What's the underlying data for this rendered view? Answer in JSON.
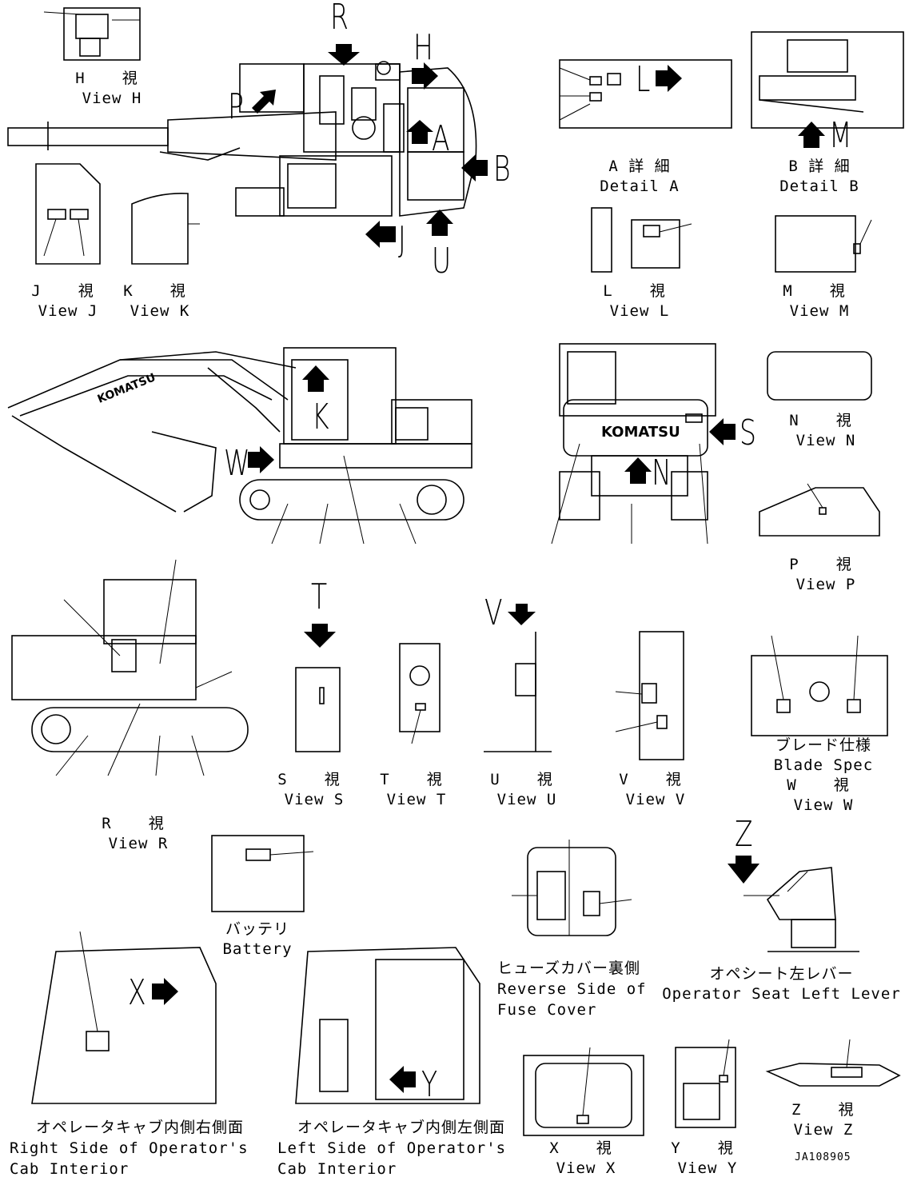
{
  "views": {
    "h": {
      "jp": "H　視",
      "en": "View H"
    },
    "j": {
      "jp": "J　視",
      "en": "View J"
    },
    "k": {
      "jp": "K　視",
      "en": "View K"
    },
    "detail_a": {
      "jp": "A 詳 細",
      "en": "Detail A"
    },
    "detail_b": {
      "jp": "B 詳 細",
      "en": "Detail B"
    },
    "l": {
      "jp": "L　視",
      "en": "View L"
    },
    "m": {
      "jp": "M　視",
      "en": "View M"
    },
    "n": {
      "jp": "N　視",
      "en": "View N"
    },
    "p": {
      "jp": "P　視",
      "en": "View P"
    },
    "r": {
      "jp": "R　視",
      "en": "View R"
    },
    "s": {
      "jp": "S　視",
      "en": "View S"
    },
    "t": {
      "jp": "T　視",
      "en": "View T"
    },
    "u": {
      "jp": "U　視",
      "en": "View U"
    },
    "v": {
      "jp": "V　視",
      "en": "View V"
    },
    "w": {
      "jp": "W　視",
      "en": "View W"
    },
    "x": {
      "jp": "X　視",
      "en": "View X"
    },
    "y": {
      "jp": "Y　視",
      "en": "View Y"
    },
    "z": {
      "jp": "Z　視",
      "en": "View Z"
    }
  },
  "blade_spec": {
    "jp": "ブレード仕様",
    "en": "Blade Spec"
  },
  "battery": {
    "jp": "バッテリ",
    "en": "Battery"
  },
  "fuse_cover": {
    "jp": "ヒューズカバー裏側",
    "en1": "Reverse Side of",
    "en2": "Fuse Cover"
  },
  "seat_lever": {
    "jp": "オペシート左レバー",
    "en": "Operator Seat Left Lever"
  },
  "cab_right": {
    "jp": "オペレータキャブ内側右側面",
    "en1": "Right Side of Operator's",
    "en2": "Cab Interior"
  },
  "cab_left": {
    "jp": "オペレータキャブ内側左側面",
    "en1": "Left Side of Operator's",
    "en2": "Cab Interior"
  },
  "view_letters": {
    "R": "R",
    "H": "H",
    "P": "P",
    "A": "A",
    "B": "B",
    "J": "J",
    "U": "U",
    "L": "L",
    "M": "M",
    "K": "K",
    "W": "W",
    "S": "S",
    "N": "N",
    "T": "T",
    "V": "V",
    "Z": "Z",
    "X": "X",
    "Y": "Y"
  },
  "brand": "KOMATSU",
  "drawing_code": "JA108905"
}
